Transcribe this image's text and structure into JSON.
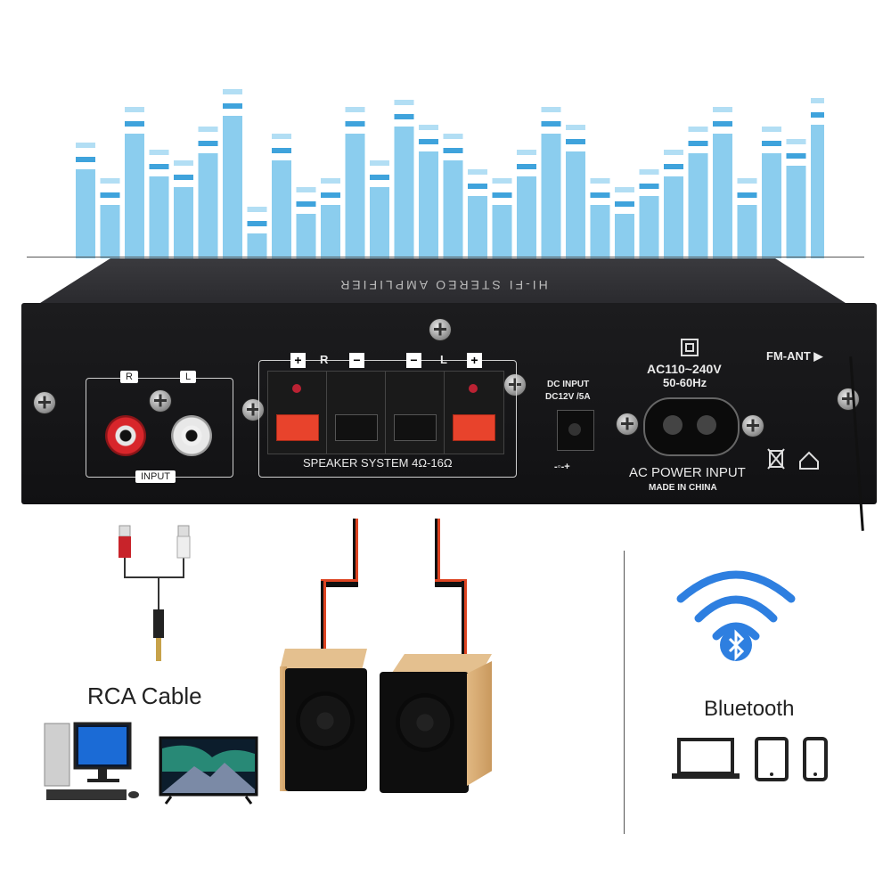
{
  "amp": {
    "top_label": "HI-FI STEREO AMPLIFIER",
    "input_r": "R",
    "input_l": "L",
    "input_label": "INPUT",
    "spk_r": "R",
    "spk_l": "L",
    "speaker_system": "SPEAKER SYSTEM 4Ω-16Ω",
    "dc_input_line1": "DC INPUT",
    "dc_input_line2": "DC12V /5A",
    "dc_symbol": "-◦-+",
    "ac_voltage": "AC110~240V",
    "ac_freq": "50-60Hz",
    "ac_power_input": "AC POWER INPUT",
    "made_in": "MADE IN CHINA",
    "fm_ant": "FM-ANT ▶"
  },
  "labels": {
    "rca_cable": "RCA Cable",
    "bluetooth": "Bluetooth"
  },
  "colors": {
    "eq_bar": "#7ec8ec",
    "eq_cap": "#3fa3dc",
    "bluetooth_blue": "#2e7fe0",
    "speaker_red": "#e8432c"
  },
  "icons": [
    "computer-icon",
    "tv-icon",
    "laptop-icon",
    "tablet-icon",
    "phone-icon",
    "bluetooth-icon",
    "wifi-waves-icon"
  ]
}
